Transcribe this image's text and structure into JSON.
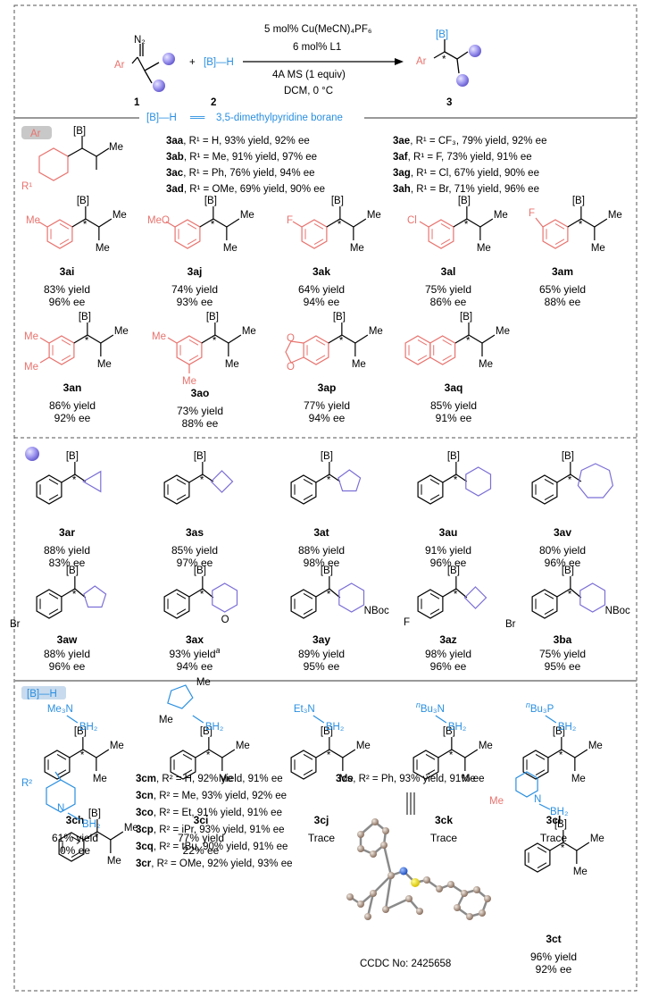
{
  "header": {
    "reagent_line1": "5 mol% Cu(MeCN)₄PF₆",
    "reagent_line2": "6 mol% L1",
    "condition_line1": "4A MS (1 equiv)",
    "condition_line2": "DCM, 0 °C",
    "reactant1_label": "1",
    "reactant2_label": "2",
    "product_label": "3",
    "bh_label": "[B]—H",
    "b_label": "[B]",
    "n2_label": "N₂",
    "ar_label": "Ar",
    "plus": "+"
  },
  "borane_banner": {
    "left": "[B]—H",
    "equals": "══",
    "right": "3,5-dimethylpyridine borane"
  },
  "section_ar": {
    "tag": "Ar",
    "r1_label": "R¹",
    "substituent_list_left": [
      {
        "id": "3aa",
        "text": ", R¹ = H, 93% yield, 92% ee"
      },
      {
        "id": "3ab",
        "text": ", R¹ = Me, 91% yield, 97% ee"
      },
      {
        "id": "3ac",
        "text": ", R¹ = Ph, 76% yield, 94% ee"
      },
      {
        "id": "3ad",
        "text": ", R¹ = OMe, 69% yield, 90% ee"
      }
    ],
    "substituent_list_right": [
      {
        "id": "3ae",
        "text": ", R¹ = CF₃, 79% yield, 92% ee"
      },
      {
        "id": "3af",
        "text": ", R¹ = F, 73% yield, 91% ee"
      },
      {
        "id": "3ag",
        "text": ", R¹ = Cl, 67% yield, 90% ee"
      },
      {
        "id": "3ah",
        "text": ", R¹ = Br, 71% yield, 96% ee"
      }
    ],
    "row1": [
      {
        "id": "3ai",
        "sub": "Me",
        "yield": "83% yield",
        "ee": "96% ee"
      },
      {
        "id": "3aj",
        "sub": "MeO",
        "yield": "74% yield",
        "ee": "93% ee"
      },
      {
        "id": "3ak",
        "sub": "F",
        "yield": "64% yield",
        "ee": "94% ee"
      },
      {
        "id": "3al",
        "sub": "Cl",
        "yield": "75% yield",
        "ee": "86% ee"
      },
      {
        "id": "3am",
        "sub": "F",
        "yield": "65% yield",
        "ee": "88% ee"
      }
    ],
    "row2": [
      {
        "id": "3an",
        "sub": "Me",
        "yield": "86% yield",
        "ee": "92% ee"
      },
      {
        "id": "3ao",
        "sub": "Me",
        "yield": "73% yield",
        "ee": "88% ee"
      },
      {
        "id": "3ap",
        "sub": "",
        "yield": "77% yield",
        "ee": "94% ee"
      },
      {
        "id": "3aq",
        "sub": "",
        "yield": "85% yield",
        "ee": "91% ee"
      }
    ]
  },
  "section_alkyl": {
    "row1": [
      {
        "id": "3ar",
        "yield": "88% yield",
        "ee": "83% ee"
      },
      {
        "id": "3as",
        "yield": "85% yield",
        "ee": "97% ee"
      },
      {
        "id": "3at",
        "yield": "88% yield",
        "ee": "98% ee"
      },
      {
        "id": "3au",
        "yield": "91% yield",
        "ee": "96% ee"
      },
      {
        "id": "3av",
        "yield": "80% yield",
        "ee": "96% ee"
      }
    ],
    "row2": [
      {
        "id": "3aw",
        "yield": "88% yield",
        "ee": "96% ee"
      },
      {
        "id": "3ax",
        "yield": "93% yield",
        "ee": "94% ee"
      },
      {
        "id": "3ay",
        "yield": "89% yield",
        "ee": "95% ee"
      },
      {
        "id": "3az",
        "yield": "98% yield",
        "ee": "96% ee"
      },
      {
        "id": "3ba",
        "yield": "75% yield",
        "ee": "95% ee"
      }
    ],
    "footnote_a": "a",
    "br": "Br",
    "f": "F",
    "nboc": "NBoc",
    "o": "O"
  },
  "section_borane": {
    "tag": "[B]—H",
    "row1": [
      {
        "id": "3ch",
        "amine": "Me₃N",
        "yield": "61% yield",
        "ee": "0% ee"
      },
      {
        "id": "3ci",
        "amine": "",
        "yield": "77% yield",
        "ee": "22% ee"
      },
      {
        "id": "3cj",
        "amine": "Et₃N",
        "yield": "Trace",
        "ee": ""
      },
      {
        "id": "3ck",
        "amine": "Bu₃N",
        "yield": "Trace",
        "ee": ""
      },
      {
        "id": "3cl",
        "amine": "Bu₃P",
        "yield": "Trace",
        "ee": ""
      }
    ],
    "bh2": "BH₂",
    "nbu_prefix": "n",
    "pyridine_list": [
      {
        "id": "3cm",
        "text": ", R² = H, 92% yield, 91% ee"
      },
      {
        "id": "3cn",
        "text": ", R² = Me, 93% yield, 92% ee"
      },
      {
        "id": "3co",
        "text": ", R² = Et, 91% yield, 91% ee"
      },
      {
        "id": "3cp",
        "text": ", R² = iPr, 93% yield, 91% ee"
      },
      {
        "id": "3cq",
        "text": ", R² = tBu, 90% yield, 91% ee"
      },
      {
        "id": "3cr",
        "text": ", R² = OMe, 92% yield, 93% ee"
      }
    ],
    "r2_label": "R²",
    "cs_id": "3cs",
    "cs_text": ", R² = Ph, 93% yield, 91% ee",
    "ccdc": "CCDC No: 2425658",
    "ct": {
      "id": "3ct",
      "yield": "96% yield",
      "ee": "92% ee"
    }
  },
  "colors": {
    "blue": "#2a8fe0",
    "red": "#e8736e",
    "purple": "#7b6fd6",
    "divider": "#999999"
  }
}
